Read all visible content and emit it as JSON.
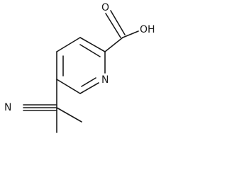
{
  "molecule": {
    "atoms": {
      "carbonyl_oxygen": "O",
      "hydroxyl": "OH",
      "ring_nitrogen": "N",
      "nitrile_nitrogen": "N"
    }
  }
}
